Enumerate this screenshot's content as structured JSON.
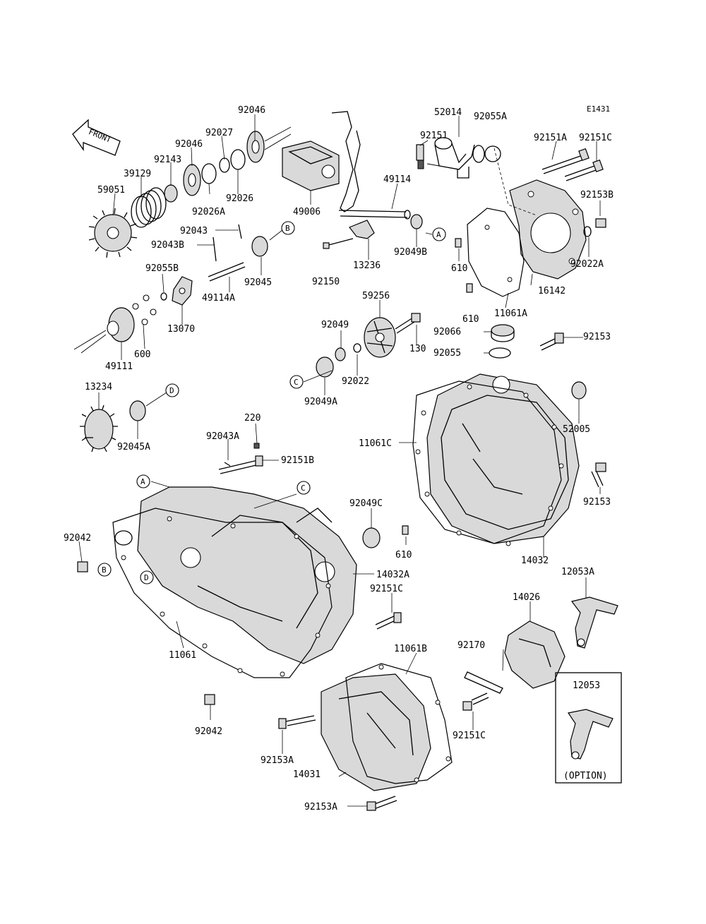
{
  "diagram_code": "E1431",
  "front_label": "FRONT",
  "option_label": "(OPTION)",
  "callouts": [
    "A",
    "B",
    "C",
    "D"
  ],
  "part_labels": [
    "92046",
    "92027",
    "92046",
    "92143",
    "39129",
    "59051",
    "92026",
    "92026A",
    "49006",
    "52014",
    "92055A",
    "92151",
    "92151A",
    "92151C",
    "49114",
    "92153B",
    "92043",
    "92043B",
    "92045",
    "92049B",
    "13236",
    "610",
    "92022A",
    "92055B",
    "49114A",
    "92150",
    "16142",
    "13070",
    "59256",
    "11061A",
    "610",
    "92049",
    "92066",
    "130",
    "600",
    "49111",
    "92055",
    "92022",
    "92153",
    "92049A",
    "13234",
    "220",
    "52005",
    "92045A",
    "92043A",
    "11061C",
    "92151B",
    "92049C",
    "610",
    "92153",
    "92042",
    "14032A",
    "14032",
    "12053A",
    "14026",
    "92151C",
    "11061",
    "92170",
    "11061B",
    "12053",
    "92042",
    "92153A",
    "92151C",
    "14031",
    "92153A"
  ]
}
